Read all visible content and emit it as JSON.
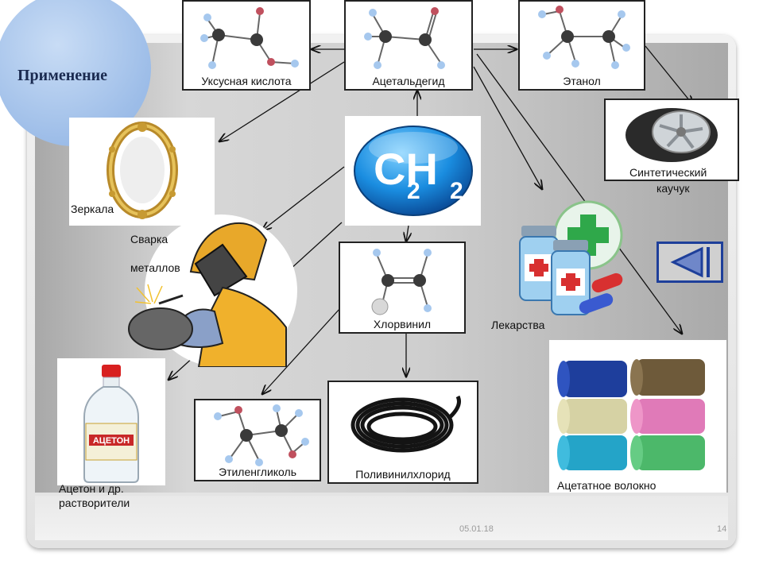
{
  "title": "Применение",
  "molecules": {
    "acetic_acid": "Уксусная кислота",
    "acetaldehyde": "Ацетальдегид",
    "ethanol": "Этанол",
    "vinyl_chloride": "Хлорвинил",
    "ethylene_glycol": "Этиленгликоль"
  },
  "center_formula": {
    "main": "CH",
    "sub1": "2",
    "sub2": "2"
  },
  "applications": {
    "mirrors": "Зеркала",
    "welding_line1": "Сварка",
    "welding_line2": "металлов",
    "rubber_line1": "Синтетический",
    "rubber_line2": "каучук",
    "medicine": "Лекарства",
    "acetone_line1": "Ацетон и др.",
    "acetone_line2": "растворители",
    "pvc": "Поливинилхлорид",
    "acetate_fiber": "Ацетатное волокно",
    "acetone_bottle_label": "АЦЕТОН"
  },
  "footer": {
    "date": "05.01.18",
    "page": "14"
  },
  "colors": {
    "title_circle": "#9dbde8",
    "atom_carbon": "#3a3a3a",
    "atom_hydrogen": "#a6c8ee",
    "atom_oxygen": "#c0505e",
    "atom_chlorine": "#d8d8d8",
    "nav_button": "#1e3f9a",
    "ch_formula_blue": "#1a8de0"
  },
  "icons": [
    "mirror-image",
    "welder-image",
    "tire-image",
    "medicine-image",
    "acetone-bottle-image",
    "cable-image",
    "yarn-spools-image",
    "back-triangle-icon"
  ]
}
